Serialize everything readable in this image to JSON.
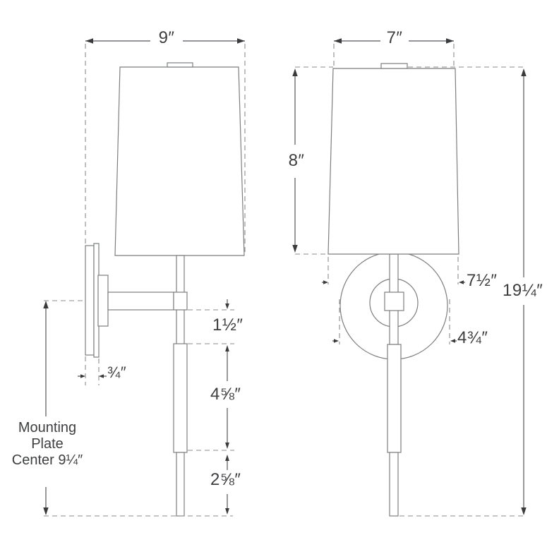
{
  "dimensions": {
    "side_shade_width": "9″",
    "front_shade_width": "7″",
    "shade_height": "8″",
    "overall_height": "19¼″",
    "shade_bottom_width": "7½″",
    "backplate_diameter": "4¾″",
    "plate_thickness": "¾″",
    "arm_to_stem_gap": "1½″",
    "mid_stem_length": "4⅝″",
    "bottom_stem_length": "2⅝″",
    "mounting_note": {
      "line1": "Mounting",
      "line2": "Plate",
      "line3": "Center 9¼″"
    }
  }
}
